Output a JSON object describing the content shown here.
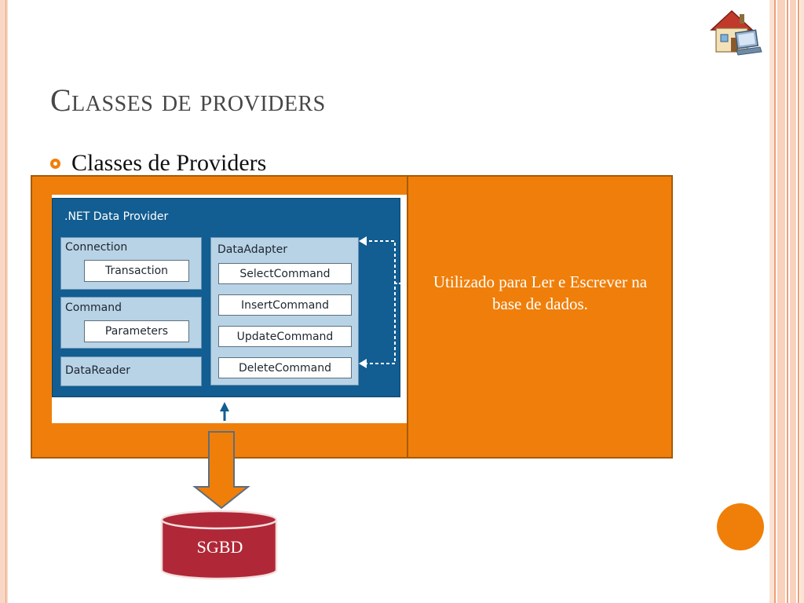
{
  "slide": {
    "title": "Classes de providers",
    "bullet": "Classes de Providers",
    "note": "Utilizado para Ler e Escrever na base de dados.",
    "database_label": "SGBD"
  },
  "diagram": {
    "provider_title": ".NET Data Provider",
    "connection": {
      "label": "Connection",
      "child": "Transaction"
    },
    "command": {
      "label": "Command",
      "child": "Parameters"
    },
    "datareader": {
      "label": "DataReader"
    },
    "dataadapter": {
      "label": "DataAdapter",
      "commands": [
        "SelectCommand",
        "InsertCommand",
        "UpdateCommand",
        "DeleteCommand"
      ]
    }
  },
  "icons": {
    "home": "home-computer-icon",
    "bullet": "ring-bullet-icon"
  },
  "colors": {
    "accent": "#EF7F0A",
    "provider_blue": "#125D91",
    "light_blue": "#B8D3E6",
    "database": "#B02837"
  }
}
